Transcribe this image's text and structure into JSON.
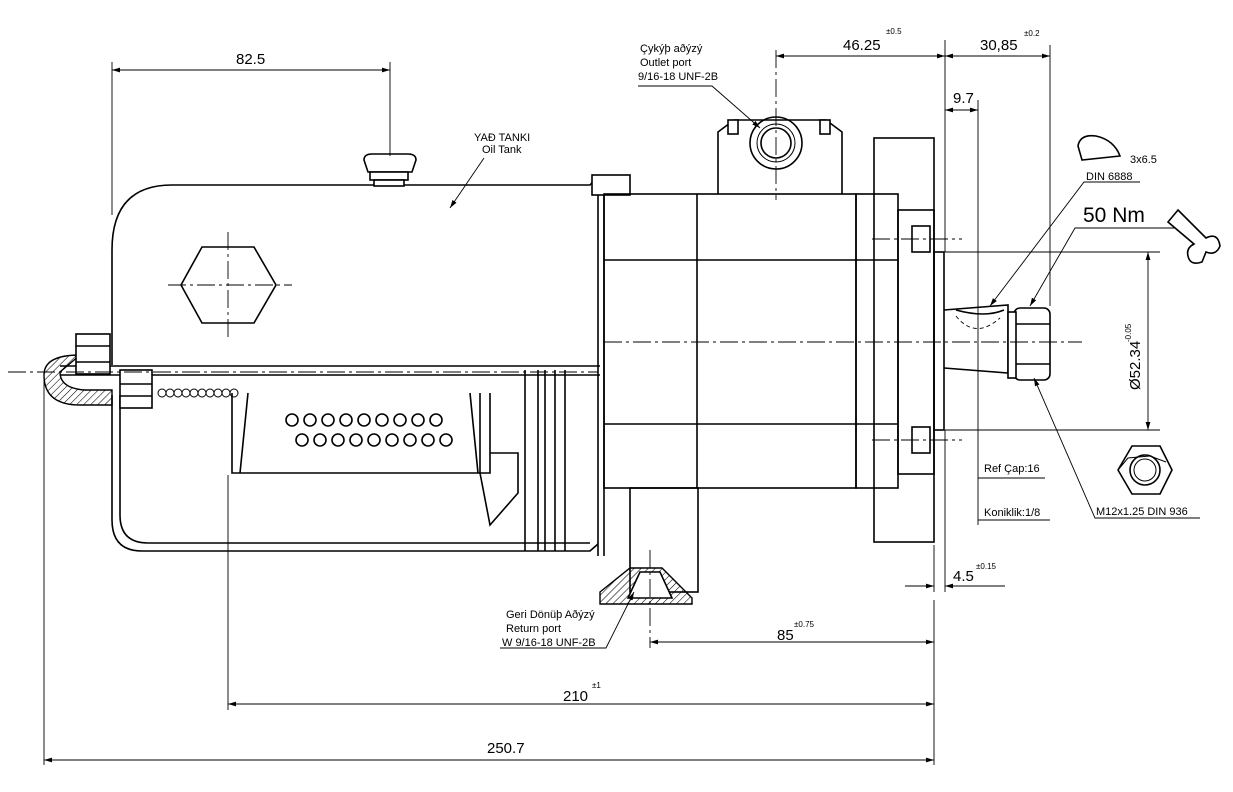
{
  "dimensions": {
    "d_82_5": "82.5",
    "d_46_25": "46.25",
    "d_46_25_tol": "±0.5",
    "d_30_85": "30,85",
    "d_30_85_tol": "±0.2",
    "d_9_7": "9.7",
    "d_52_34": "Ø52.34",
    "d_52_34_tol": "-0.05",
    "d_4_5": "4.5",
    "d_4_5_tol": "±0.15",
    "d_85": "85",
    "d_85_tol": "±0.75",
    "d_210": "210",
    "d_210_tol": "±1",
    "d_250_7": "250.7"
  },
  "labels": {
    "outlet_tr": "Çykýþ aðýzý",
    "outlet_en": "Outlet port",
    "outlet_thread": "9/16-18 UNF-2B",
    "tank_tr": "YAÐ TANKI",
    "tank_en": "Oil Tank",
    "key_size": "3x6.5",
    "key_std": "DIN 6888",
    "torque": "50 Nm",
    "ref_cap": "Ref Çap:16",
    "koniklik": "Koniklik:1/8",
    "nut_spec": "M12x1.25 DIN 936",
    "return_tr": "Geri Dönüþ Aðýzý",
    "return_en": "Return port",
    "return_thread": "W 9/16-18 UNF-2B"
  },
  "icons": [
    "woodruff-key-icon",
    "wrench-icon",
    "hex-nut-icon"
  ]
}
